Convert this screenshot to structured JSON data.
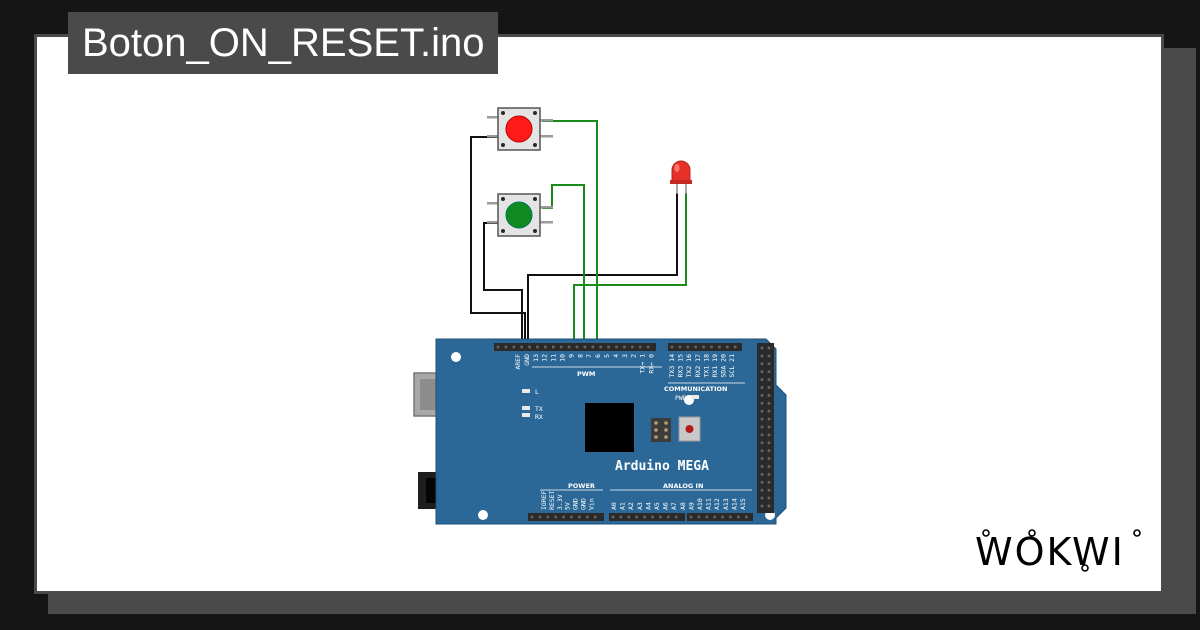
{
  "title": "Boton_ON_RESET.ino",
  "logo": "WOKWI",
  "board": {
    "name": "Arduino MEGA",
    "top_pins": [
      "AREF",
      "GND",
      "13",
      "12",
      "11",
      "10",
      "9",
      "8",
      "7",
      "6",
      "5",
      "4",
      "3",
      "2",
      "TX→ 1",
      "RX← 0"
    ],
    "comm_pins": [
      "TX3 14",
      "RX3 15",
      "TX2 16",
      "RX2 17",
      "TX1 18",
      "RX1 19",
      "SDA 20",
      "SCL 21"
    ],
    "pwm_label": "PWM",
    "comm_label": "COMMUNICATION",
    "power_label": "POWER",
    "analog_label": "ANALOG IN",
    "power_pins": [
      "IOREF",
      "RESET",
      "3.3V",
      "5V",
      "GND",
      "GND",
      "Vin"
    ],
    "analog_pins": [
      "A0",
      "A1",
      "A2",
      "A3",
      "A4",
      "A5",
      "A6",
      "A7",
      "A8",
      "A9",
      "A10",
      "A11",
      "A12",
      "A13",
      "A14",
      "A15"
    ],
    "led_labels": {
      "l": "L",
      "tx": "TX",
      "rx": "RX",
      "pwr": "PWR"
    }
  },
  "colors": {
    "board": "#2b6898",
    "wire_green": "#1a8a1a",
    "wire_black": "#111111",
    "button_red": "#ff1a1a",
    "button_green": "#0f8a20",
    "led_red": "#e8302a"
  }
}
